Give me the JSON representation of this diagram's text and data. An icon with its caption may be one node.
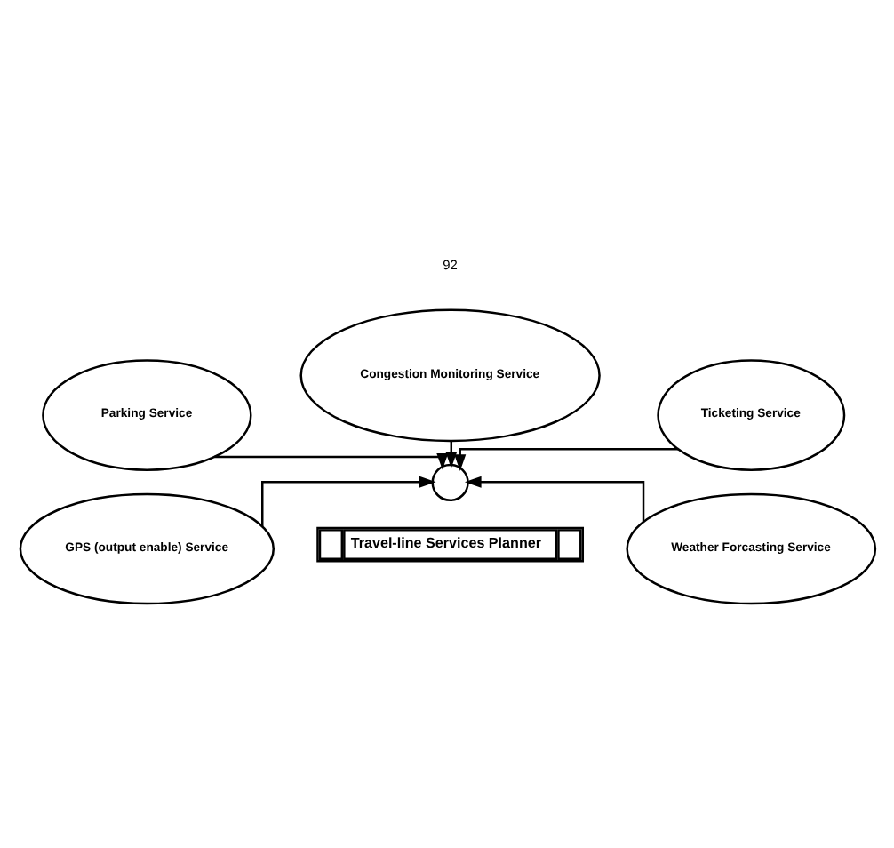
{
  "diagram": {
    "nodes": [
      {
        "text": [
          "Congestion Monitoring Service"
        ]
      },
      {
        "text": [
          "Parking Service"
        ]
      },
      {
        "text": [
          "Ticketing Service"
        ]
      },
      {
        "text": [],
        "shape": "circle"
      },
      {
        "text": [
          "GPS (output enable) Service"
        ]
      },
      {
        "text": [
          "Weather Forcasting Service"
        ]
      },
      {
        "text": [
          "Travel-line Services Planner"
        ]
      }
    ],
    "edges": [
      {
        "from": 0,
        "to": 3,
        "arrow": "to"
      },
      {
        "from": 1,
        "to": 3,
        "arrow": "to"
      },
      {
        "from": 2,
        "to": 3,
        "arrow": "to"
      },
      {
        "from": 4,
        "to": 3,
        "arrow": "to"
      },
      {
        "from": 5,
        "to": 3,
        "arrow": "to"
      }
    ],
    "labels": [
      "92"
    ]
  }
}
